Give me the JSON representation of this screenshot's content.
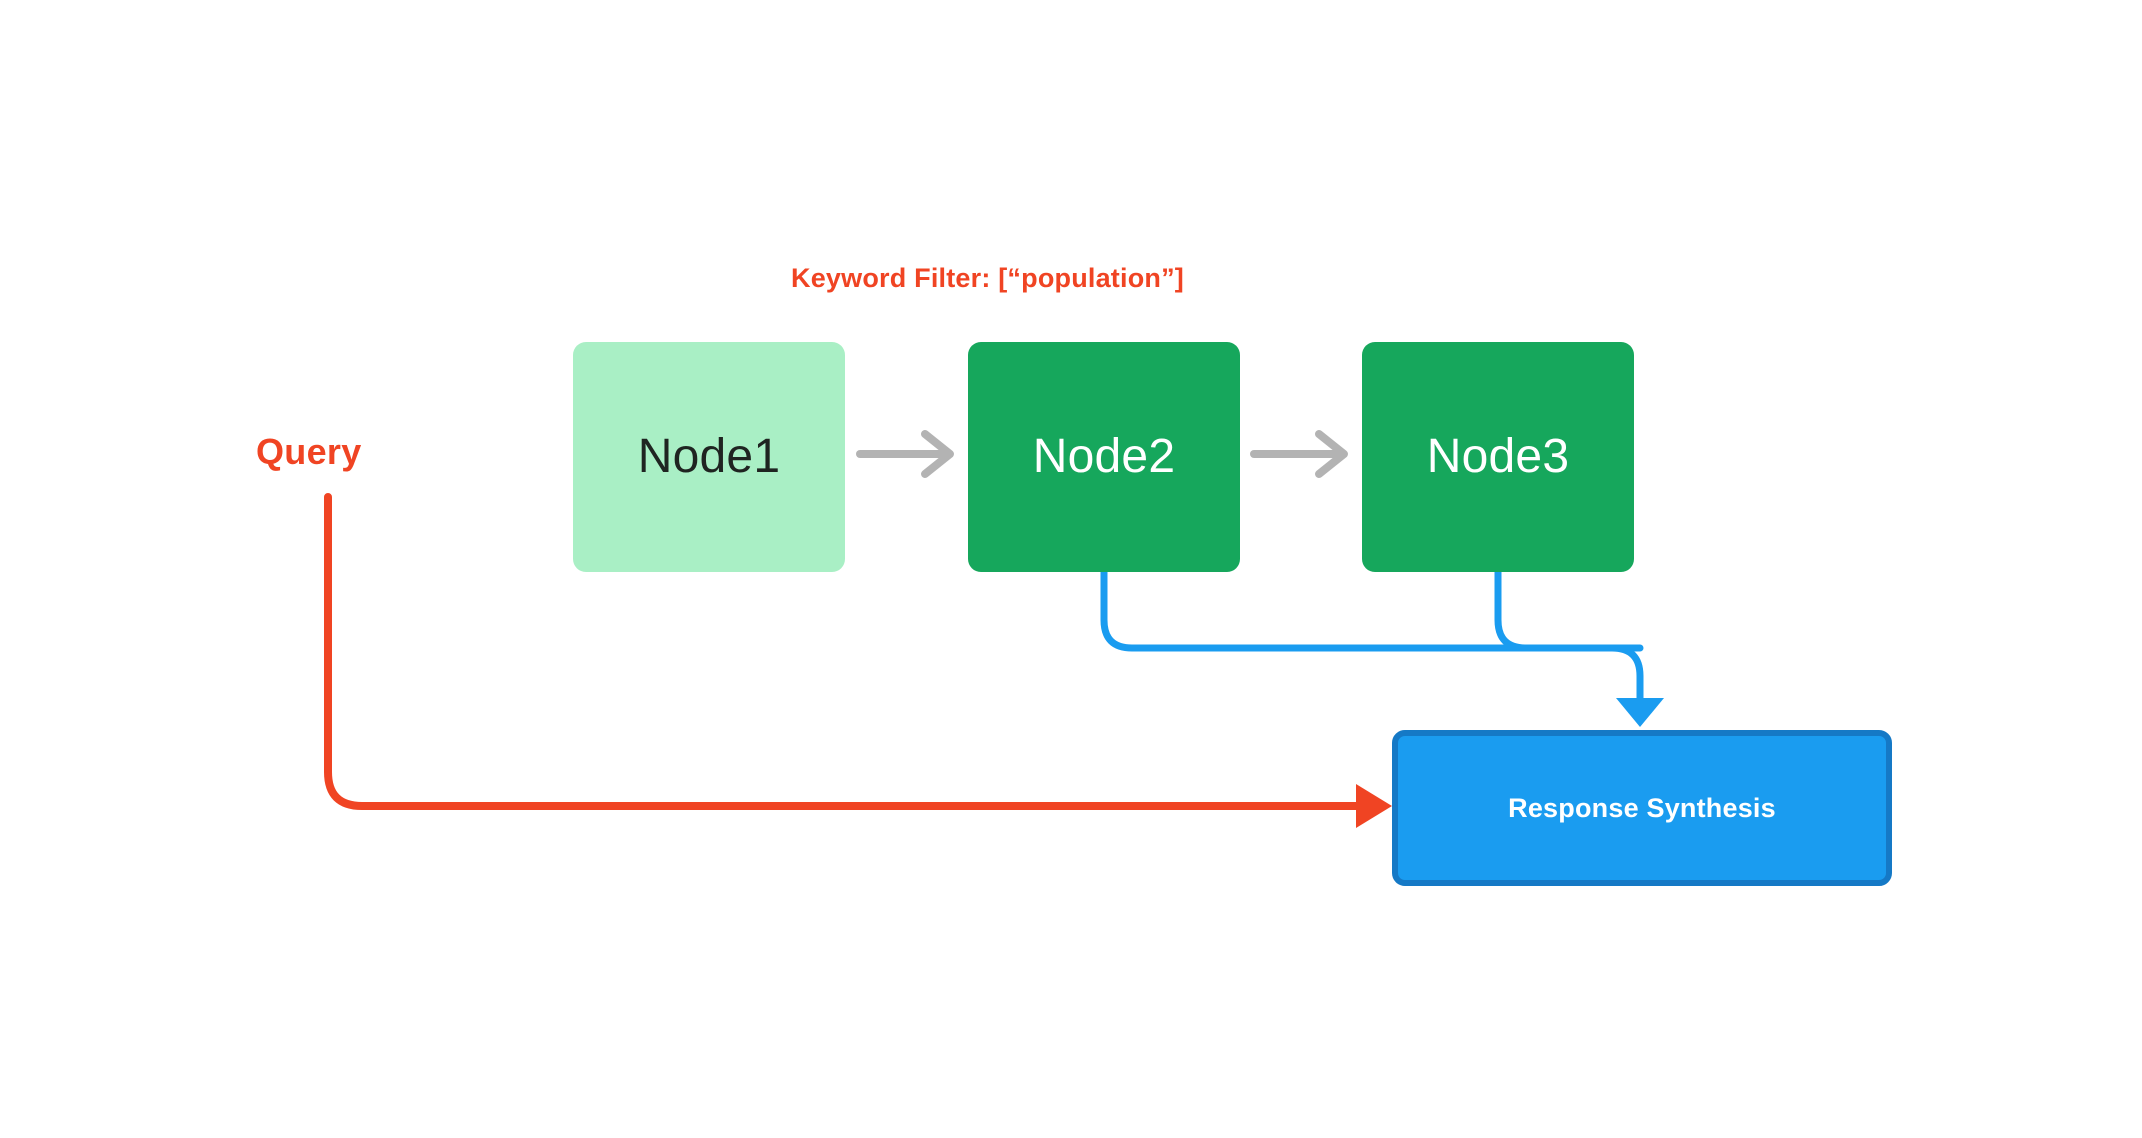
{
  "diagram": {
    "title_label": "Keyword Filter: [“population”]",
    "query_label": "Query",
    "nodes": [
      {
        "id": "node1",
        "label": "Node1",
        "state": "filtered-out"
      },
      {
        "id": "node2",
        "label": "Node2",
        "state": "matched"
      },
      {
        "id": "node3",
        "label": "Node3",
        "state": "matched"
      }
    ],
    "response": {
      "label": "Response Synthesis"
    },
    "edges": [
      {
        "from": "node1",
        "to": "node2",
        "kind": "sequence-arrow",
        "color": "#b3b3b3"
      },
      {
        "from": "node2",
        "to": "node3",
        "kind": "sequence-arrow",
        "color": "#b3b3b3"
      },
      {
        "from": "node2",
        "to": "response",
        "kind": "retrieval-arrow",
        "color": "#1a9cf0"
      },
      {
        "from": "node3",
        "to": "response",
        "kind": "retrieval-arrow",
        "color": "#1a9cf0"
      },
      {
        "from": "query",
        "to": "response",
        "kind": "query-arrow",
        "color": "#f04423"
      }
    ],
    "colors": {
      "background": "#ffffff",
      "accent_query": "#f04423",
      "node_matched": "#16a75c",
      "node_filtered": "#a9efc5",
      "node_matched_text": "#ffffff",
      "node_filtered_text": "#1f2421",
      "response_fill": "#1a9cf0",
      "response_border": "#1579c6",
      "sequence_arrow": "#b3b3b3"
    }
  }
}
